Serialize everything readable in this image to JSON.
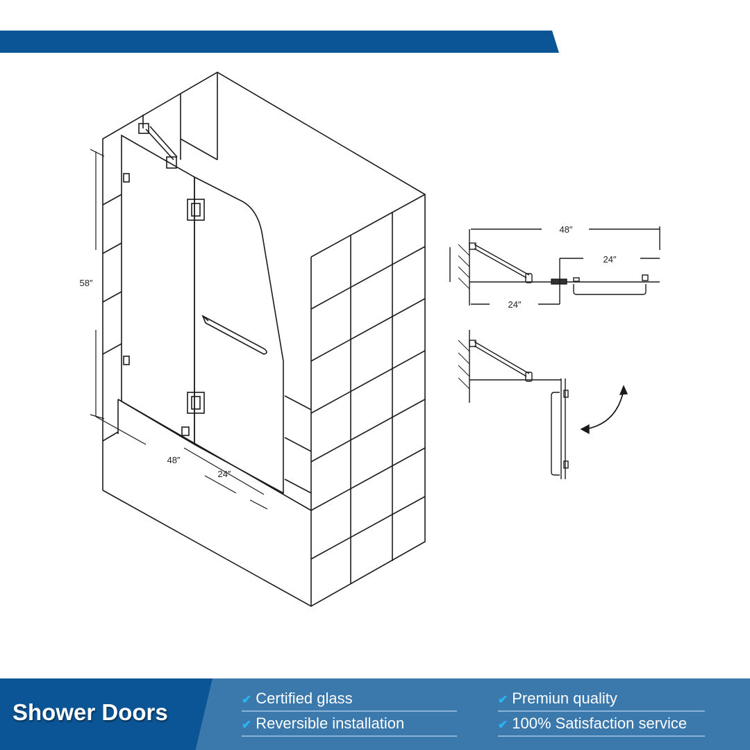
{
  "dimensions": {
    "height_58": "58″",
    "width_48": "48″",
    "door_24": "24″",
    "plan_total_48": "48″",
    "plan_door_24": "24″",
    "plan_fixed_24": "24″"
  },
  "footer": {
    "title": "Shower Doors",
    "features": [
      "Certified glass",
      "Reversible installation",
      "Premiun quality",
      "100% Satisfaction service"
    ],
    "check_icon": "check-icon"
  },
  "colors": {
    "banner": "#0b5596",
    "footer_right": "#3b78ac",
    "check": "#29b6f0"
  }
}
